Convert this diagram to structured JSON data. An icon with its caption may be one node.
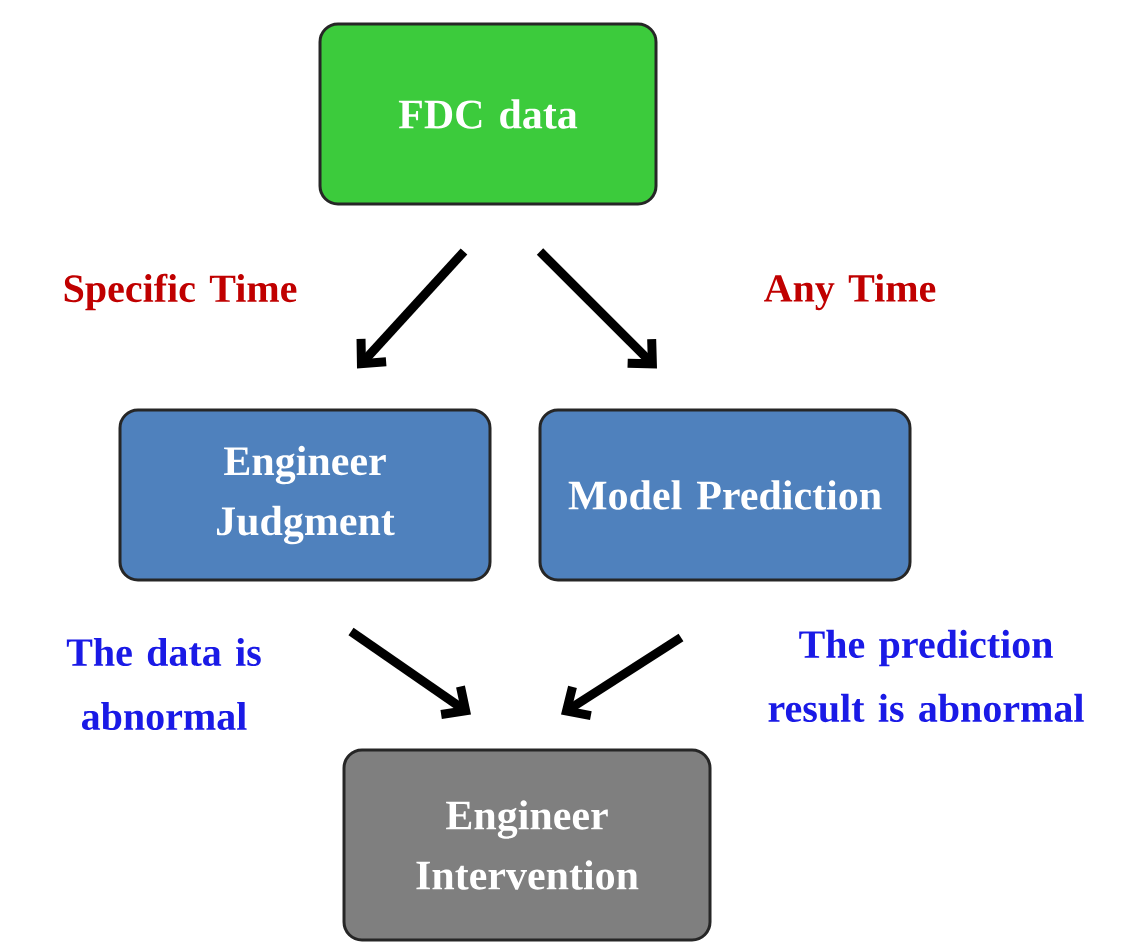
{
  "diagram": {
    "nodes": [
      {
        "text": [
          "FDC data"
        ]
      },
      {
        "text": [
          "Engineer Judgment"
        ]
      },
      {
        "text": [
          "Model Prediction"
        ]
      },
      {
        "text": [
          "Engineer Intervention"
        ]
      }
    ],
    "edges": [
      {
        "from": 0,
        "to": 1,
        "arrow": "to",
        "label": "Specific Time"
      },
      {
        "from": 0,
        "to": 2,
        "arrow": "to",
        "label": "Any Time"
      },
      {
        "from": 1,
        "to": 3,
        "arrow": "to",
        "label": "The data is abnormal"
      },
      {
        "from": 2,
        "to": 3,
        "arrow": "to",
        "label": "The prediction result is abnormal"
      }
    ]
  }
}
